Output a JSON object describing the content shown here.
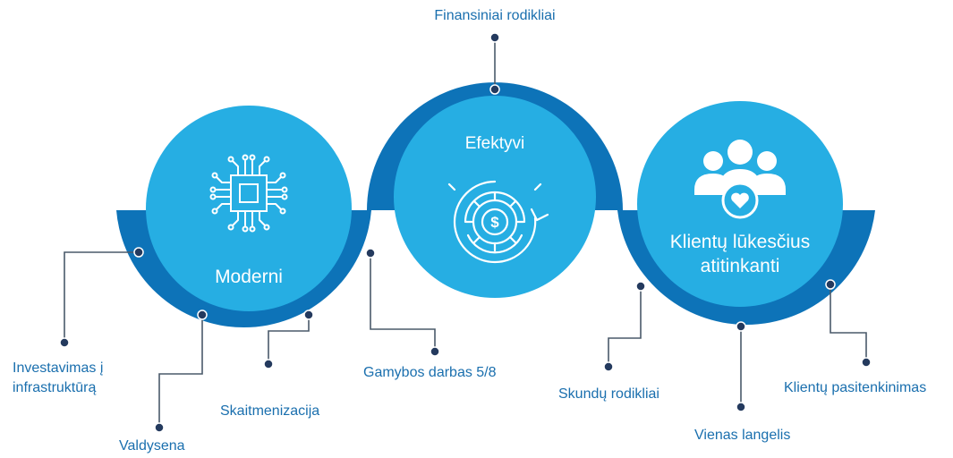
{
  "colors": {
    "dark_blue": "#0d73b8",
    "light_blue": "#26aee3",
    "label_blue": "#1a6fae",
    "line": "#4a5a6a",
    "dot": "#243a5e"
  },
  "circles": {
    "left": {
      "title": "Moderni",
      "icon": "cpu-chip-icon"
    },
    "middle": {
      "title": "Efektyvi",
      "icon": "gear-dollar-cycle-icon"
    },
    "right": {
      "title_line1": "Klientų lūkesčius",
      "title_line2": "atitinkanti",
      "icon": "users-heart-icon"
    }
  },
  "labels": {
    "finansiniai": "Finansiniai  rodikliai",
    "investavimas_1": "Investavimas į",
    "investavimas_2": "infrastruktūrą",
    "valdysena": "Valdysena",
    "skaitmenizacija": "Skaitmenizacija",
    "gamybos": "Gamybos darbas 5/8",
    "skundu": "Skundų  rodikliai",
    "vienas": "Vienas langelis",
    "klientu": "Klientų pasitenkinimas"
  }
}
